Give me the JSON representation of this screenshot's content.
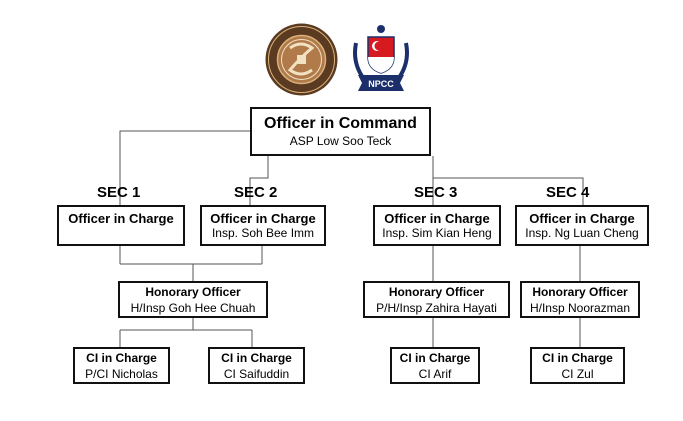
{
  "logos": {
    "left": {
      "name": "school-emblem",
      "colors": {
        "ring": "#7a5a3a",
        "inner": "#b07a4a",
        "dark": "#5a3a20"
      }
    },
    "right": {
      "name": "npcc-crest",
      "text": "NPCC",
      "colors": {
        "shield": "#d71920",
        "banner": "#1b2f6b",
        "wreath": "#1b2f6b"
      }
    }
  },
  "command": {
    "title": "Officer in Command",
    "name": "ASP Low Soo Teck"
  },
  "sections": [
    {
      "label": "SEC 1",
      "officer": {
        "title": "Officer in Charge",
        "name": ""
      }
    },
    {
      "label": "SEC 2",
      "officer": {
        "title": "Officer in Charge",
        "name": "Insp. Soh Bee Imm"
      }
    },
    {
      "label": "SEC 3",
      "officer": {
        "title": "Officer in Charge",
        "name": "Insp. Sim Kian Heng"
      }
    },
    {
      "label": "SEC 4",
      "officer": {
        "title": "Officer in Charge",
        "name": "Insp. Ng Luan Cheng"
      }
    }
  ],
  "honorary": [
    {
      "title": "Honorary Officer",
      "name": "H/Insp Goh Hee Chuah"
    },
    {
      "title": "Honorary Officer",
      "name": "P/H/Insp Zahira Hayati"
    },
    {
      "title": "Honorary Officer",
      "name": "H/Insp Noorazman"
    }
  ],
  "ci": [
    {
      "title": "CI in Charge",
      "name": "P/CI Nicholas"
    },
    {
      "title": "CI in Charge",
      "name": "CI Saifuddin"
    },
    {
      "title": "CI in Charge",
      "name": "CI Arif"
    },
    {
      "title": "CI in Charge",
      "name": "CI Zul"
    }
  ]
}
